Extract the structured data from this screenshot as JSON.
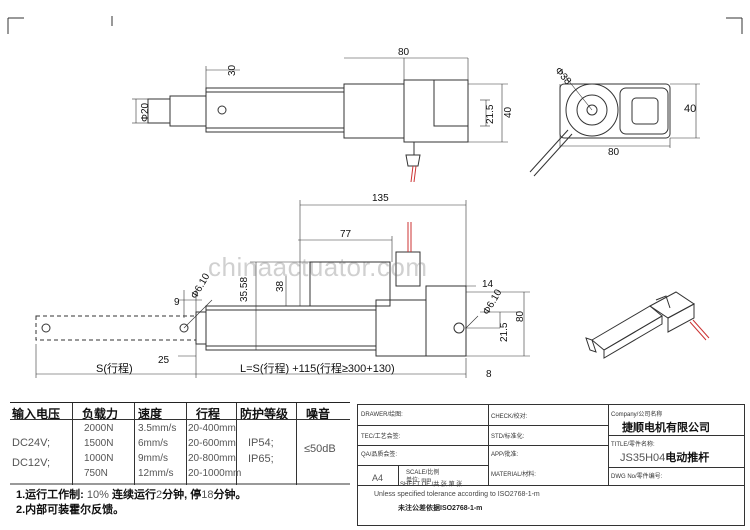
{
  "watermark": "chinaactuator.com",
  "dimensions": {
    "top_d20": "Φ20",
    "top_30": "30",
    "top_80": "80",
    "top_40": "40",
    "top_215": "21.5",
    "side_d38": "Φ38",
    "side_40": "40",
    "side_80": "80",
    "main_135": "135",
    "main_77": "77",
    "main_3558": "35.58",
    "main_38": "38",
    "main_9": "9",
    "main_d610_left": "Φ6.10",
    "main_d610_right": "Φ6.10",
    "main_14": "14",
    "main_215": "21.5",
    "main_80": "80",
    "main_25": "25",
    "main_8": "8",
    "stroke_label": "S(行程)",
    "length_formula": "L=S(行程) +115(行程≥300+130)"
  },
  "spec_table": {
    "headers": [
      "输入电压",
      "负载力",
      "速度",
      "行程",
      "防护等级",
      "噪音"
    ],
    "voltage": [
      "DC24V;",
      "DC12V;"
    ],
    "loads": [
      "2000N",
      "1500N",
      "1000N",
      "750N"
    ],
    "speeds": [
      "3.5mm/s",
      "6mm/s",
      "9mm/s",
      "12mm/s"
    ],
    "strokes": [
      "20-400mm",
      "20-600mm",
      "20-800mm",
      "20-1000mm"
    ],
    "protection": [
      "IP54;",
      "IP65;"
    ],
    "noise": "≤50dB"
  },
  "notes": {
    "n1_prefix": "1.运行工作制: ",
    "n1_duty": "10%",
    "n1_mid": " 连续运行",
    "n1_run": "2",
    "n1_run_unit": "分钟, 停",
    "n1_stop": "18",
    "n1_end": "分钟。",
    "n2": "2.内部可装霍尔反馈。"
  },
  "title_block": {
    "drawer": "DRAWER/绘图:",
    "tec": "TEC/工艺会签:",
    "qa": "QA/品质会签:",
    "check": "CHECK/校对:",
    "std": "STD/标准化:",
    "app": "APP/批准:",
    "material": "MATERIAL/材料:",
    "company_label": "Company/公司名称",
    "company": "捷顺电机有限公司",
    "title_label": "TITLE/零件名称:",
    "title_code": "JS35H04",
    "title_name": "电动推杆",
    "dwg_label": "DWG No/零件编号:",
    "scale_label": "SCALE/比例",
    "unit_label": "单位: mm",
    "sheet_label": "SHEET OF /共 张 第 张",
    "paper": "A4",
    "tolerance_en": "Unless specified tolerance according to ISO2768-1-m",
    "tolerance_cn": "未注公差依据ISO2768-1-m"
  }
}
